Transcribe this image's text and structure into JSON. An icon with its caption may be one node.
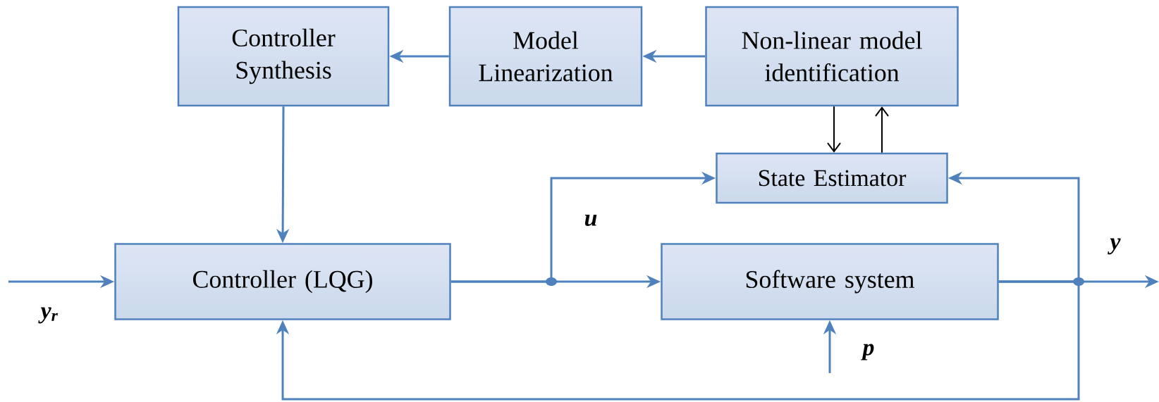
{
  "diagram": {
    "nodes": [
      {
        "text": [
          "Controller Synthesis"
        ]
      },
      {
        "text": [
          "Model Linearization"
        ]
      },
      {
        "text": [
          "Non-linear model identification"
        ]
      },
      {
        "text": [
          "State Estimator"
        ]
      },
      {
        "text": [
          "Controller (LQG)"
        ]
      },
      {
        "text": [
          "Software system"
        ]
      }
    ],
    "edges": [
      {
        "from": 2,
        "to": 1,
        "arrow": "to"
      },
      {
        "from": 1,
        "to": 0,
        "arrow": "to"
      },
      {
        "from": 0,
        "to": 4,
        "arrow": "to"
      },
      {
        "from": null,
        "to": 4,
        "arrow": "to",
        "label": "y$_{r}$"
      },
      {
        "from": 4,
        "to": 5,
        "arrow": "to",
        "label": "u"
      },
      {
        "from": 4,
        "to": 3,
        "arrow": "to"
      },
      {
        "from": 5,
        "to": 3,
        "arrow": "to"
      },
      {
        "from": 5,
        "to": 4,
        "arrow": "to"
      },
      {
        "from": 5,
        "to": null,
        "arrow": "to",
        "label": "y"
      },
      {
        "from": null,
        "to": 5,
        "arrow": "to",
        "label": "p"
      },
      {
        "from": 2,
        "to": 3,
        "arrow": "to",
        "color": "#000000"
      },
      {
        "from": 3,
        "to": 2,
        "arrow": "to",
        "color": "#000000"
      }
    ]
  }
}
